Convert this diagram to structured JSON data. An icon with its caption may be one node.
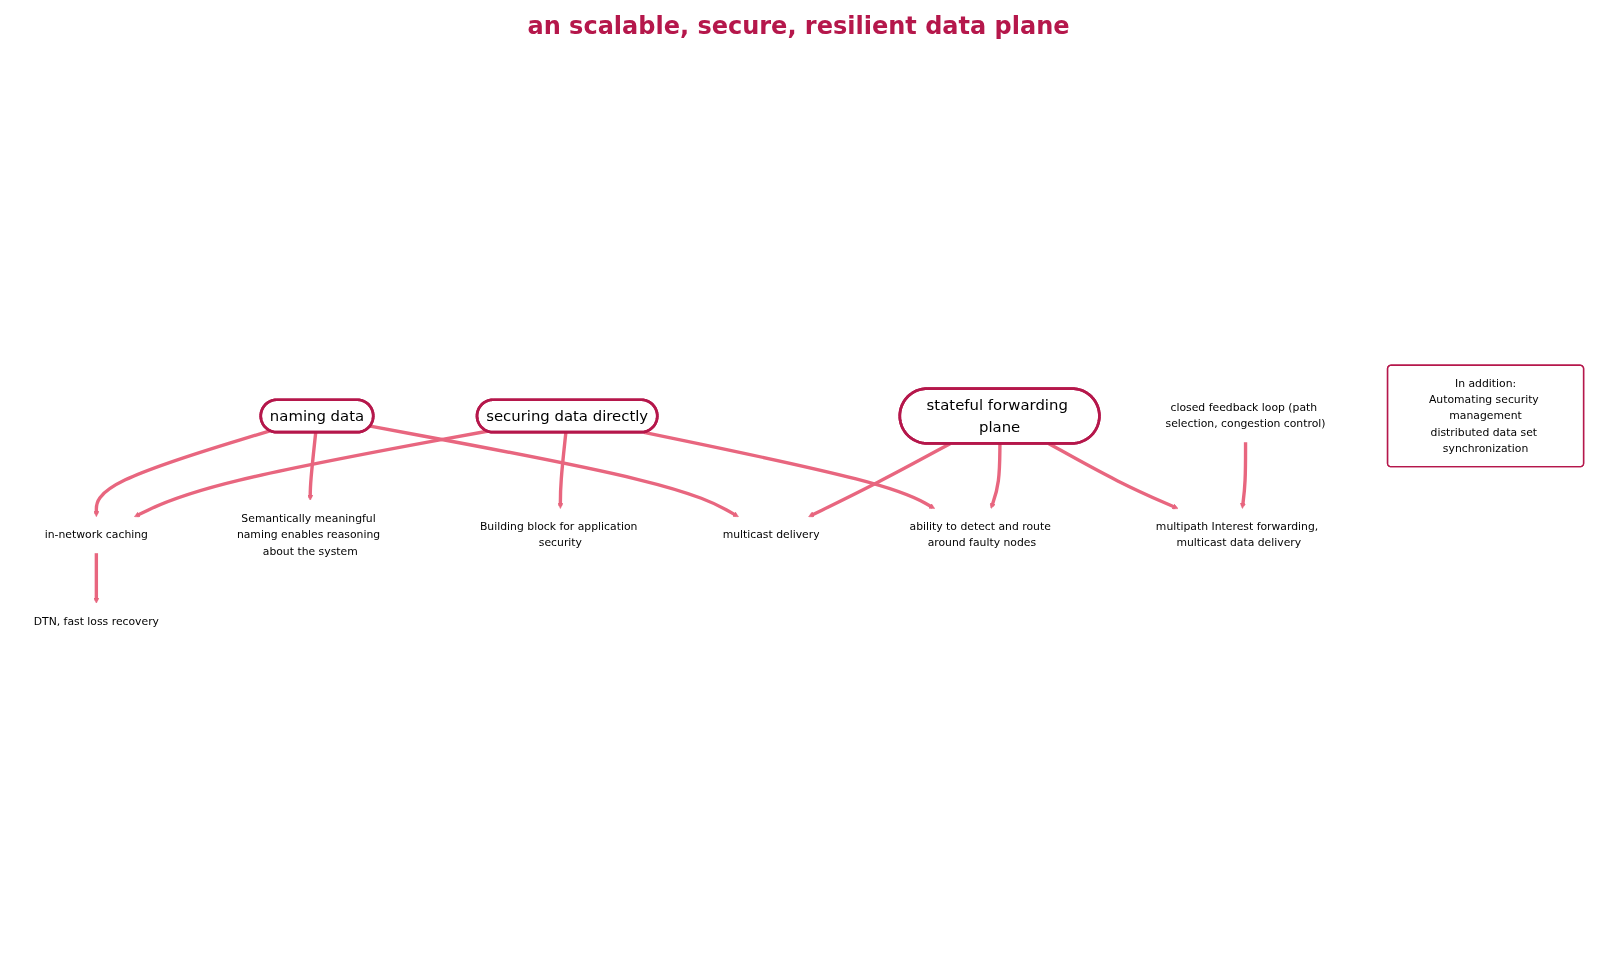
{
  "diagram": {
    "nodes": [
      {
        "text": [
          "naming data"
        ]
      },
      {
        "text": [
          "securing data directly"
        ]
      },
      {
        "text": [
          "stateful forwarding plane"
        ]
      },
      {
        "text": [
          "in-network caching"
        ]
      },
      {
        "text": [
          "DTN, fast loss recovery"
        ]
      },
      {
        "text": [
          "Semantically meaningful naming enables reasoning about the system"
        ]
      },
      {
        "text": [
          "Building block for application security"
        ]
      },
      {
        "text": [
          "multicast delivery"
        ]
      },
      {
        "text": [
          "ability to detect and route around faulty nodes"
        ]
      },
      {
        "text": [
          "multipath Interest forwarding, multicast data delivery"
        ]
      },
      {
        "text": [
          "closed feedback loop (path selection, congestion control)"
        ]
      },
      {
        "text": [
          "In addition:",
          "Automating security management",
          "distributed data set synchronization"
        ]
      }
    ],
    "edges": [
      {
        "from": 0,
        "to": 3,
        "arrow": "to"
      },
      {
        "from": 1,
        "to": 3,
        "arrow": "to"
      },
      {
        "from": 3,
        "to": 4,
        "arrow": "to"
      },
      {
        "from": 0,
        "to": 5,
        "arrow": "to"
      },
      {
        "from": 1,
        "to": 6,
        "arrow": "to"
      },
      {
        "from": 0,
        "to": 7,
        "arrow": "to"
      },
      {
        "from": 1,
        "to": 8,
        "arrow": "to"
      },
      {
        "from": 2,
        "to": 7,
        "arrow": "to"
      },
      {
        "from": 2,
        "to": 8,
        "arrow": "to"
      },
      {
        "from": 2,
        "to": 9,
        "arrow": "to"
      },
      {
        "from": 10,
        "to": 9,
        "arrow": "to"
      }
    ],
    "labels": [
      "an scalable, secure, resilient data plane"
    ]
  }
}
